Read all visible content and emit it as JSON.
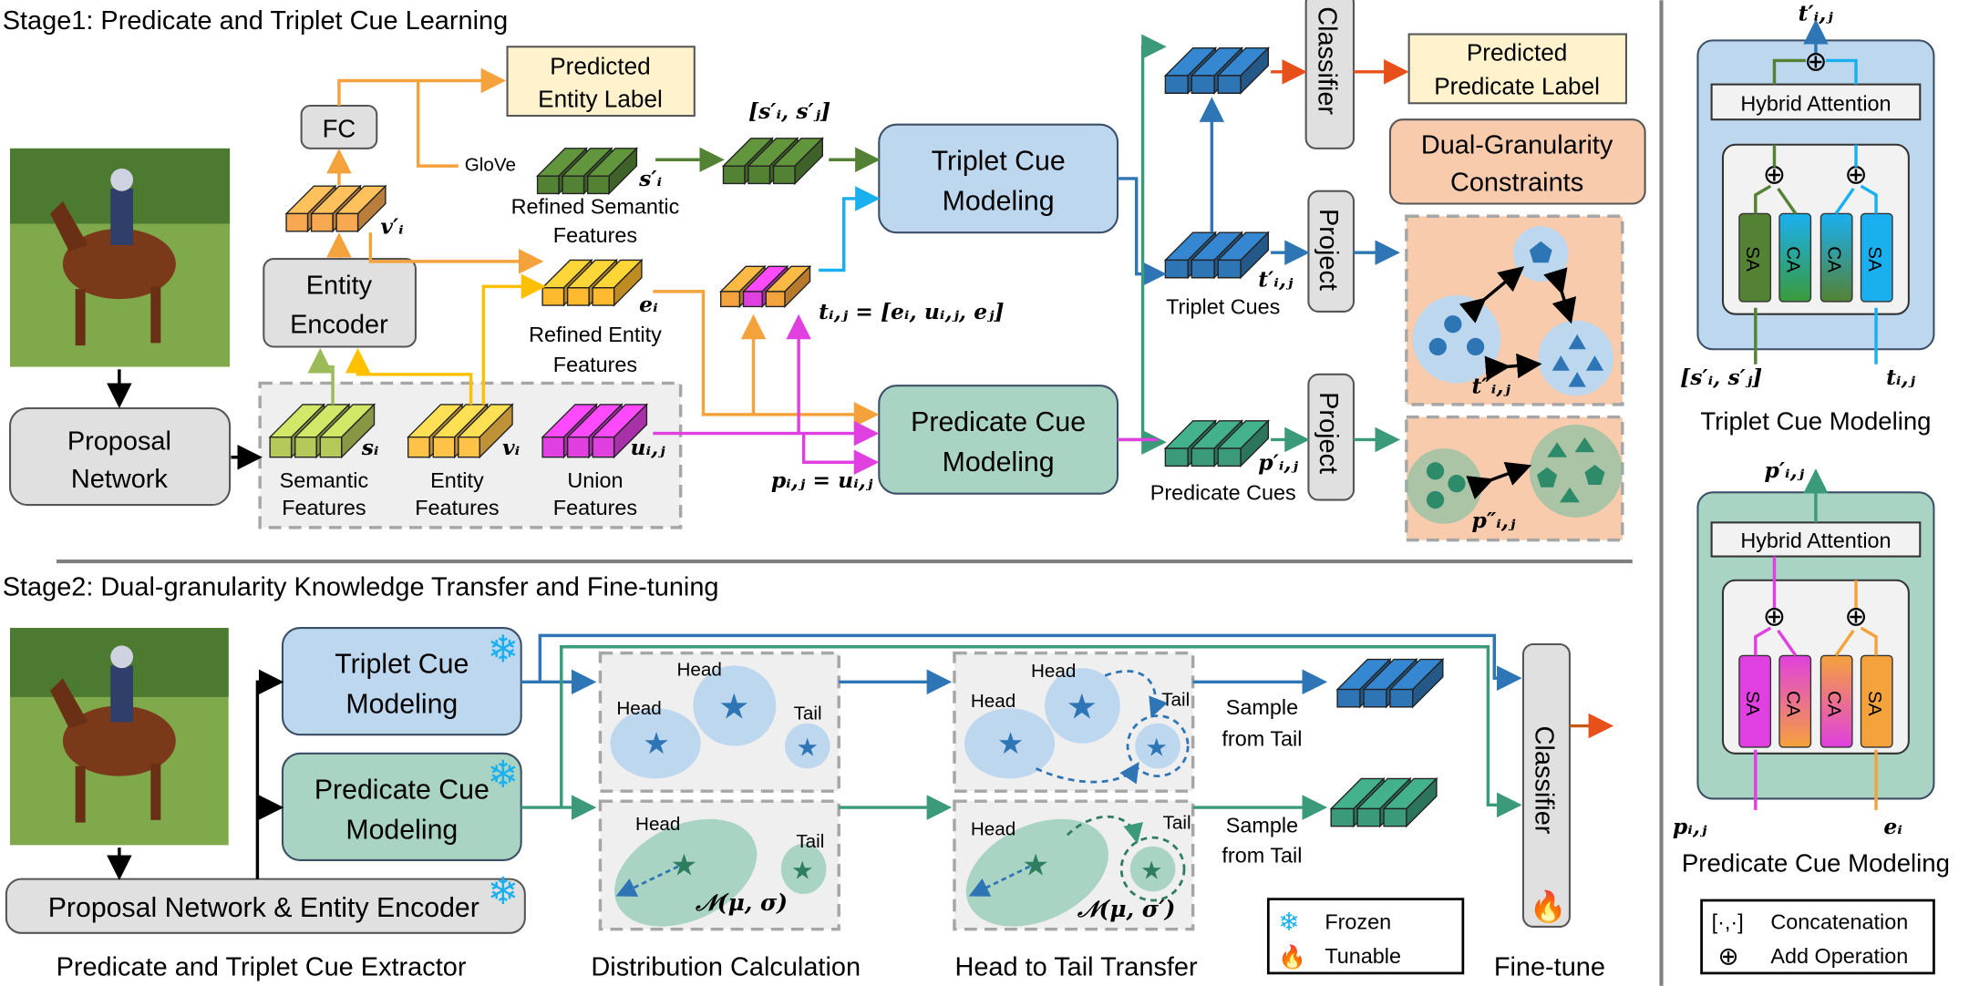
{
  "stage1_title": "Stage1: Predicate and Triplet Cue Learning",
  "stage2_title": "Stage2: Dual-granularity Knowledge Transfer and Fine-tuning",
  "stage1": {
    "proposal_network": [
      "Proposal",
      "Network"
    ],
    "entity_encoder": [
      "Entity",
      "Encoder"
    ],
    "fc": "FC",
    "predicted_entity_label": [
      "Predicted",
      "Entity Label"
    ],
    "glove": "GloVe",
    "refined_semantic_features": [
      "Refined Semantic",
      "Features"
    ],
    "refined_entity_features": [
      "Refined Entity",
      "Features"
    ],
    "semantic_features": [
      "Semantic",
      "Features"
    ],
    "entity_features": [
      "Entity",
      "Features"
    ],
    "union_features": [
      "Union",
      "Features"
    ],
    "triplet_cue_modeling": [
      "Triplet Cue",
      "Modeling"
    ],
    "predicate_cue_modeling": [
      "Predicate Cue",
      "Modeling"
    ],
    "classifier": "Classifier",
    "predicted_predicate_label": [
      "Predicted",
      "Predicate Label"
    ],
    "project": "Project",
    "triplet_cues": "Triplet Cues",
    "predicate_cues": "Predicate Cues",
    "dual_granularity_constraints": [
      "Dual-Granularity",
      "Constraints"
    ],
    "math": {
      "s_i": "sᵢ",
      "v_i": "vᵢ",
      "u_ij": "uᵢ,ⱼ",
      "s_prime_i": "s′ᵢ",
      "v_prime_i": "v′ᵢ",
      "e_i": "eᵢ",
      "s_pair": "[s′ᵢ, s′ⱼ]",
      "t_ij_def": "tᵢ,ⱼ = [eᵢ, uᵢ,ⱼ, eⱼ]",
      "p_ij_def": "pᵢ,ⱼ = uᵢ,ⱼ",
      "t_prime": "t′ᵢ,ⱼ",
      "p_prime": "p′ᵢ,ⱼ",
      "t_dprime": "t″ᵢ,ⱼ",
      "p_dprime": "p″ᵢ,ⱼ"
    }
  },
  "stage2": {
    "triplet_cue_modeling": [
      "Triplet Cue",
      "Modeling"
    ],
    "predicate_cue_modeling": [
      "Predicate Cue",
      "Modeling"
    ],
    "proposal_entity_encoder": "Proposal Network & Entity Encoder",
    "head": "Head",
    "tail": "Tail",
    "normal_dist": "𝒩(μ, σ)",
    "normal_dist_prime": "𝒩(μ, σ′)",
    "sample_from_tail": [
      "Sample",
      "from Tail"
    ],
    "classifier": "Classifier",
    "captions": [
      "Predicate and Triplet Cue Extractor",
      "Distribution Calculation",
      "Head to Tail Transfer",
      "Fine-tune"
    ],
    "legend": {
      "frozen": "Frozen",
      "tunable": "Tunable",
      "frozen_icon": "snowflake-icon",
      "tunable_icon": "flame-icon"
    }
  },
  "right_panel": {
    "hybrid_attention": "Hybrid Attention",
    "sa": "SA",
    "ca": "CA",
    "triplet_title": "Triplet Cue Modeling",
    "predicate_title": "Predicate Cue Modeling",
    "t_prime": "t′ᵢ,ⱼ",
    "p_prime": "p′ᵢ,ⱼ",
    "s_pair": "[s′ᵢ, s′ⱼ]",
    "t_ij": "tᵢ,ⱼ",
    "p_ij": "pᵢ,ⱼ",
    "e_i": "eᵢ",
    "add_symbol": "⊕",
    "legend": {
      "concat_symbol": "[·,·]",
      "concat": "Concatenation",
      "add_symbol": "⊕",
      "add": "Add Operation"
    }
  },
  "colors": {
    "blue": "#2e75b6",
    "teal": "#3a9a7a",
    "olive": "#548235",
    "orange": "#f4a23c",
    "magenta": "#e040e0",
    "cyan": "#1ab0f0",
    "red": "#e8501a"
  }
}
